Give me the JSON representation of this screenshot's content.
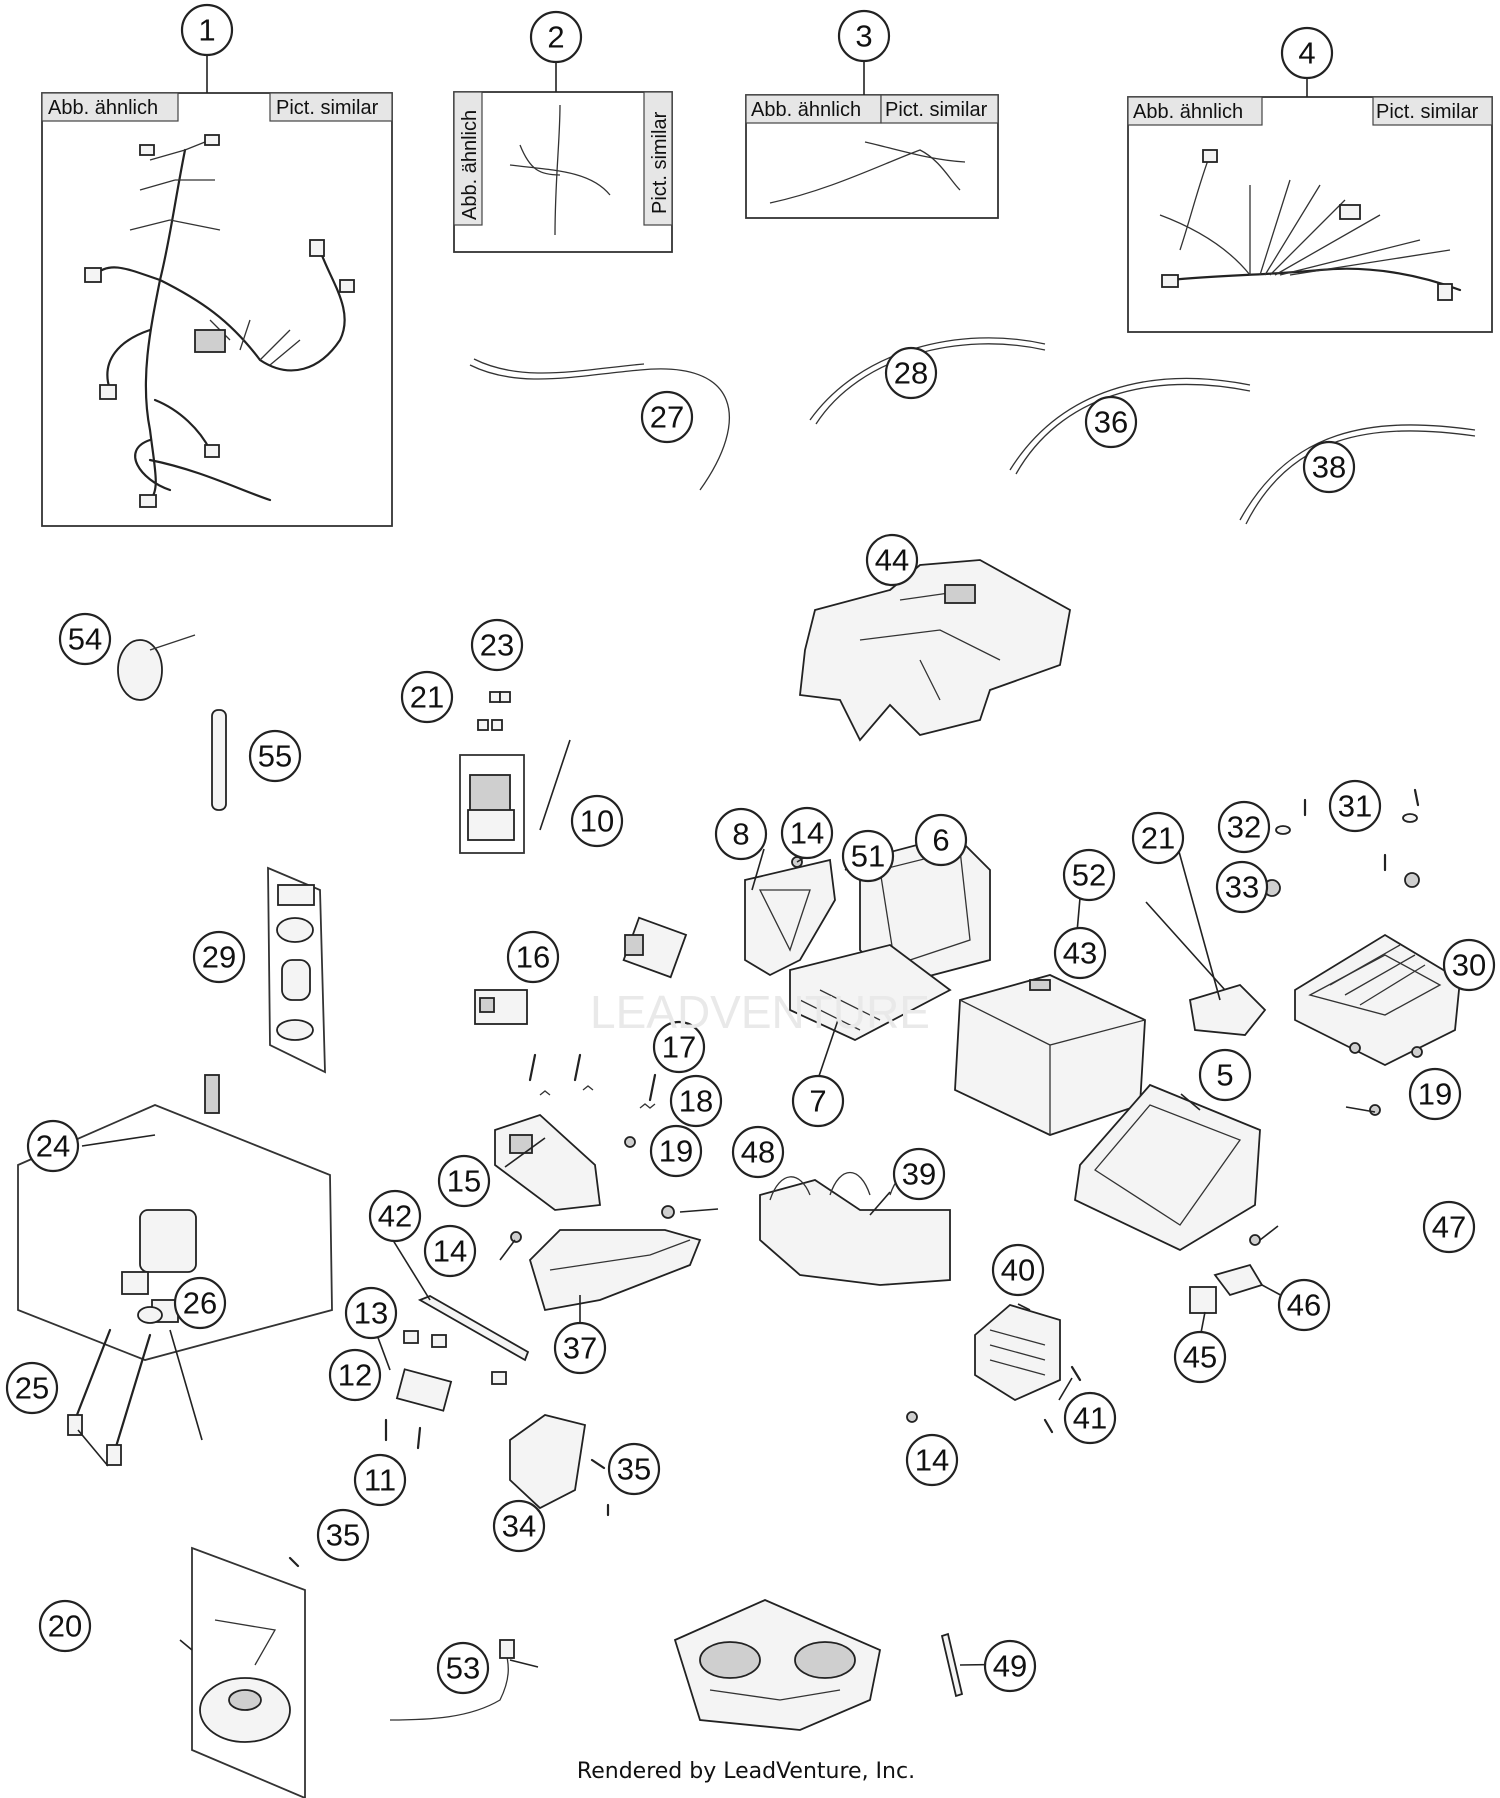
{
  "boxes": {
    "harness_1": {
      "left_tag": "Abb. ähnlich",
      "right_tag": "Pict. similar"
    },
    "harness_2": {
      "left_tag": "Abb. ähnlich",
      "right_tag": "Pict. similar"
    },
    "harness_3": {
      "left_tag": "Abb. ähnlich",
      "right_tag": "Pict. similar"
    },
    "harness_4": {
      "left_tag": "Abb. ähnlich",
      "right_tag": "Pict. similar"
    }
  },
  "callouts": [
    "1",
    "2",
    "3",
    "4",
    "27",
    "28",
    "36",
    "38",
    "44",
    "54",
    "23",
    "21",
    "55",
    "10",
    "8",
    "14",
    "51",
    "6",
    "21",
    "52",
    "32",
    "31",
    "33",
    "30",
    "16",
    "29",
    "43",
    "7",
    "17",
    "18",
    "19",
    "15",
    "48",
    "39",
    "5",
    "19",
    "24",
    "42",
    "14",
    "26",
    "13",
    "37",
    "40",
    "47",
    "46",
    "45",
    "12",
    "25",
    "41",
    "11",
    "35",
    "34",
    "14",
    "35",
    "20",
    "53",
    "49"
  ],
  "footer": {
    "credit": "Rendered by LeadVenture, Inc."
  }
}
